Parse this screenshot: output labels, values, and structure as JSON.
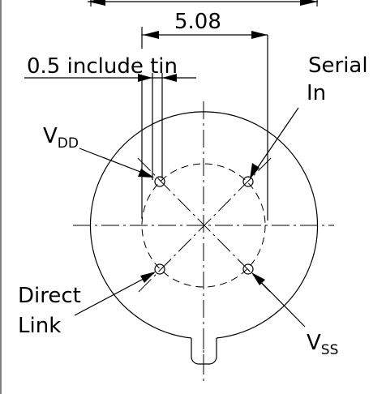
{
  "drawing": {
    "dimension_top": "5.08",
    "dimension_tin": "0.5 include tin",
    "label_vdd": "V",
    "label_vdd_sub": "DD",
    "label_serial_in_line1": "Serial",
    "label_serial_in_line2": "In",
    "label_direct_link_line1": "Direct",
    "label_direct_link_line2": "Link",
    "label_vss": "V",
    "label_vss_sub": "SS"
  }
}
